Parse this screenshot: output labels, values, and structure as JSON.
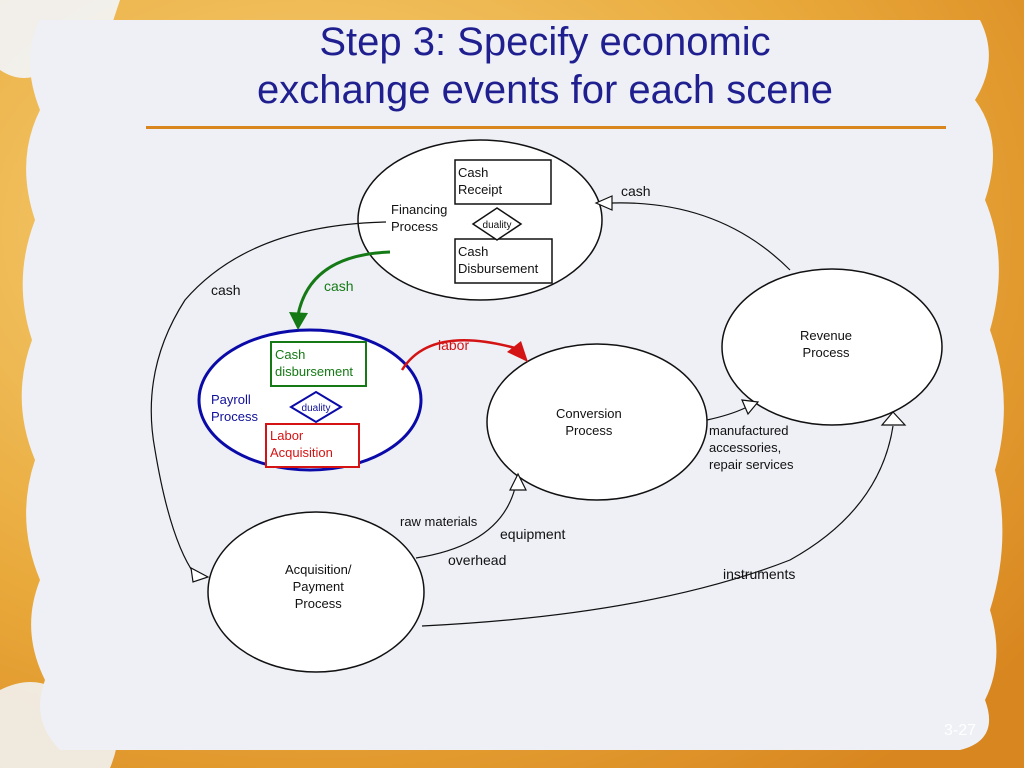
{
  "slide": {
    "title_line1": "Step 3: Specify economic",
    "title_line2": "exchange events for each scene",
    "page_number": "3-27"
  },
  "financing": {
    "process_label": "Financing\nProcess",
    "cash_receipt": "Cash\nReceipt",
    "duality": "duality",
    "cash_disbursement": "Cash\nDisbursement"
  },
  "payroll": {
    "process_label": "Payroll\nProcess",
    "cash_disbursement": "Cash\ndisbursement",
    "duality": "duality",
    "labor_acquisition": "Labor\nAcquisition"
  },
  "conversion": {
    "process_label": "Conversion\nProcess"
  },
  "revenue": {
    "process_label": "Revenue\nProcess"
  },
  "acquisition": {
    "process_label": "Acquisition/\nPayment\nProcess"
  },
  "flows": {
    "cash_revenue_to_financing": "cash",
    "cash_financing_to_acquisition": "cash",
    "cash_financing_to_payroll": "cash",
    "labor": "labor",
    "raw_materials": "raw materials",
    "equipment": "equipment",
    "overhead": "overhead",
    "manufactured": "manufactured\naccessories,\nrepair services",
    "instruments": "instruments"
  },
  "colors": {
    "title": "#1f1f8f",
    "payroll_ellipse": "#0a0aa8",
    "green_flow": "#157a15",
    "red_flow": "#d41414",
    "title_rule": "#d9861e"
  }
}
